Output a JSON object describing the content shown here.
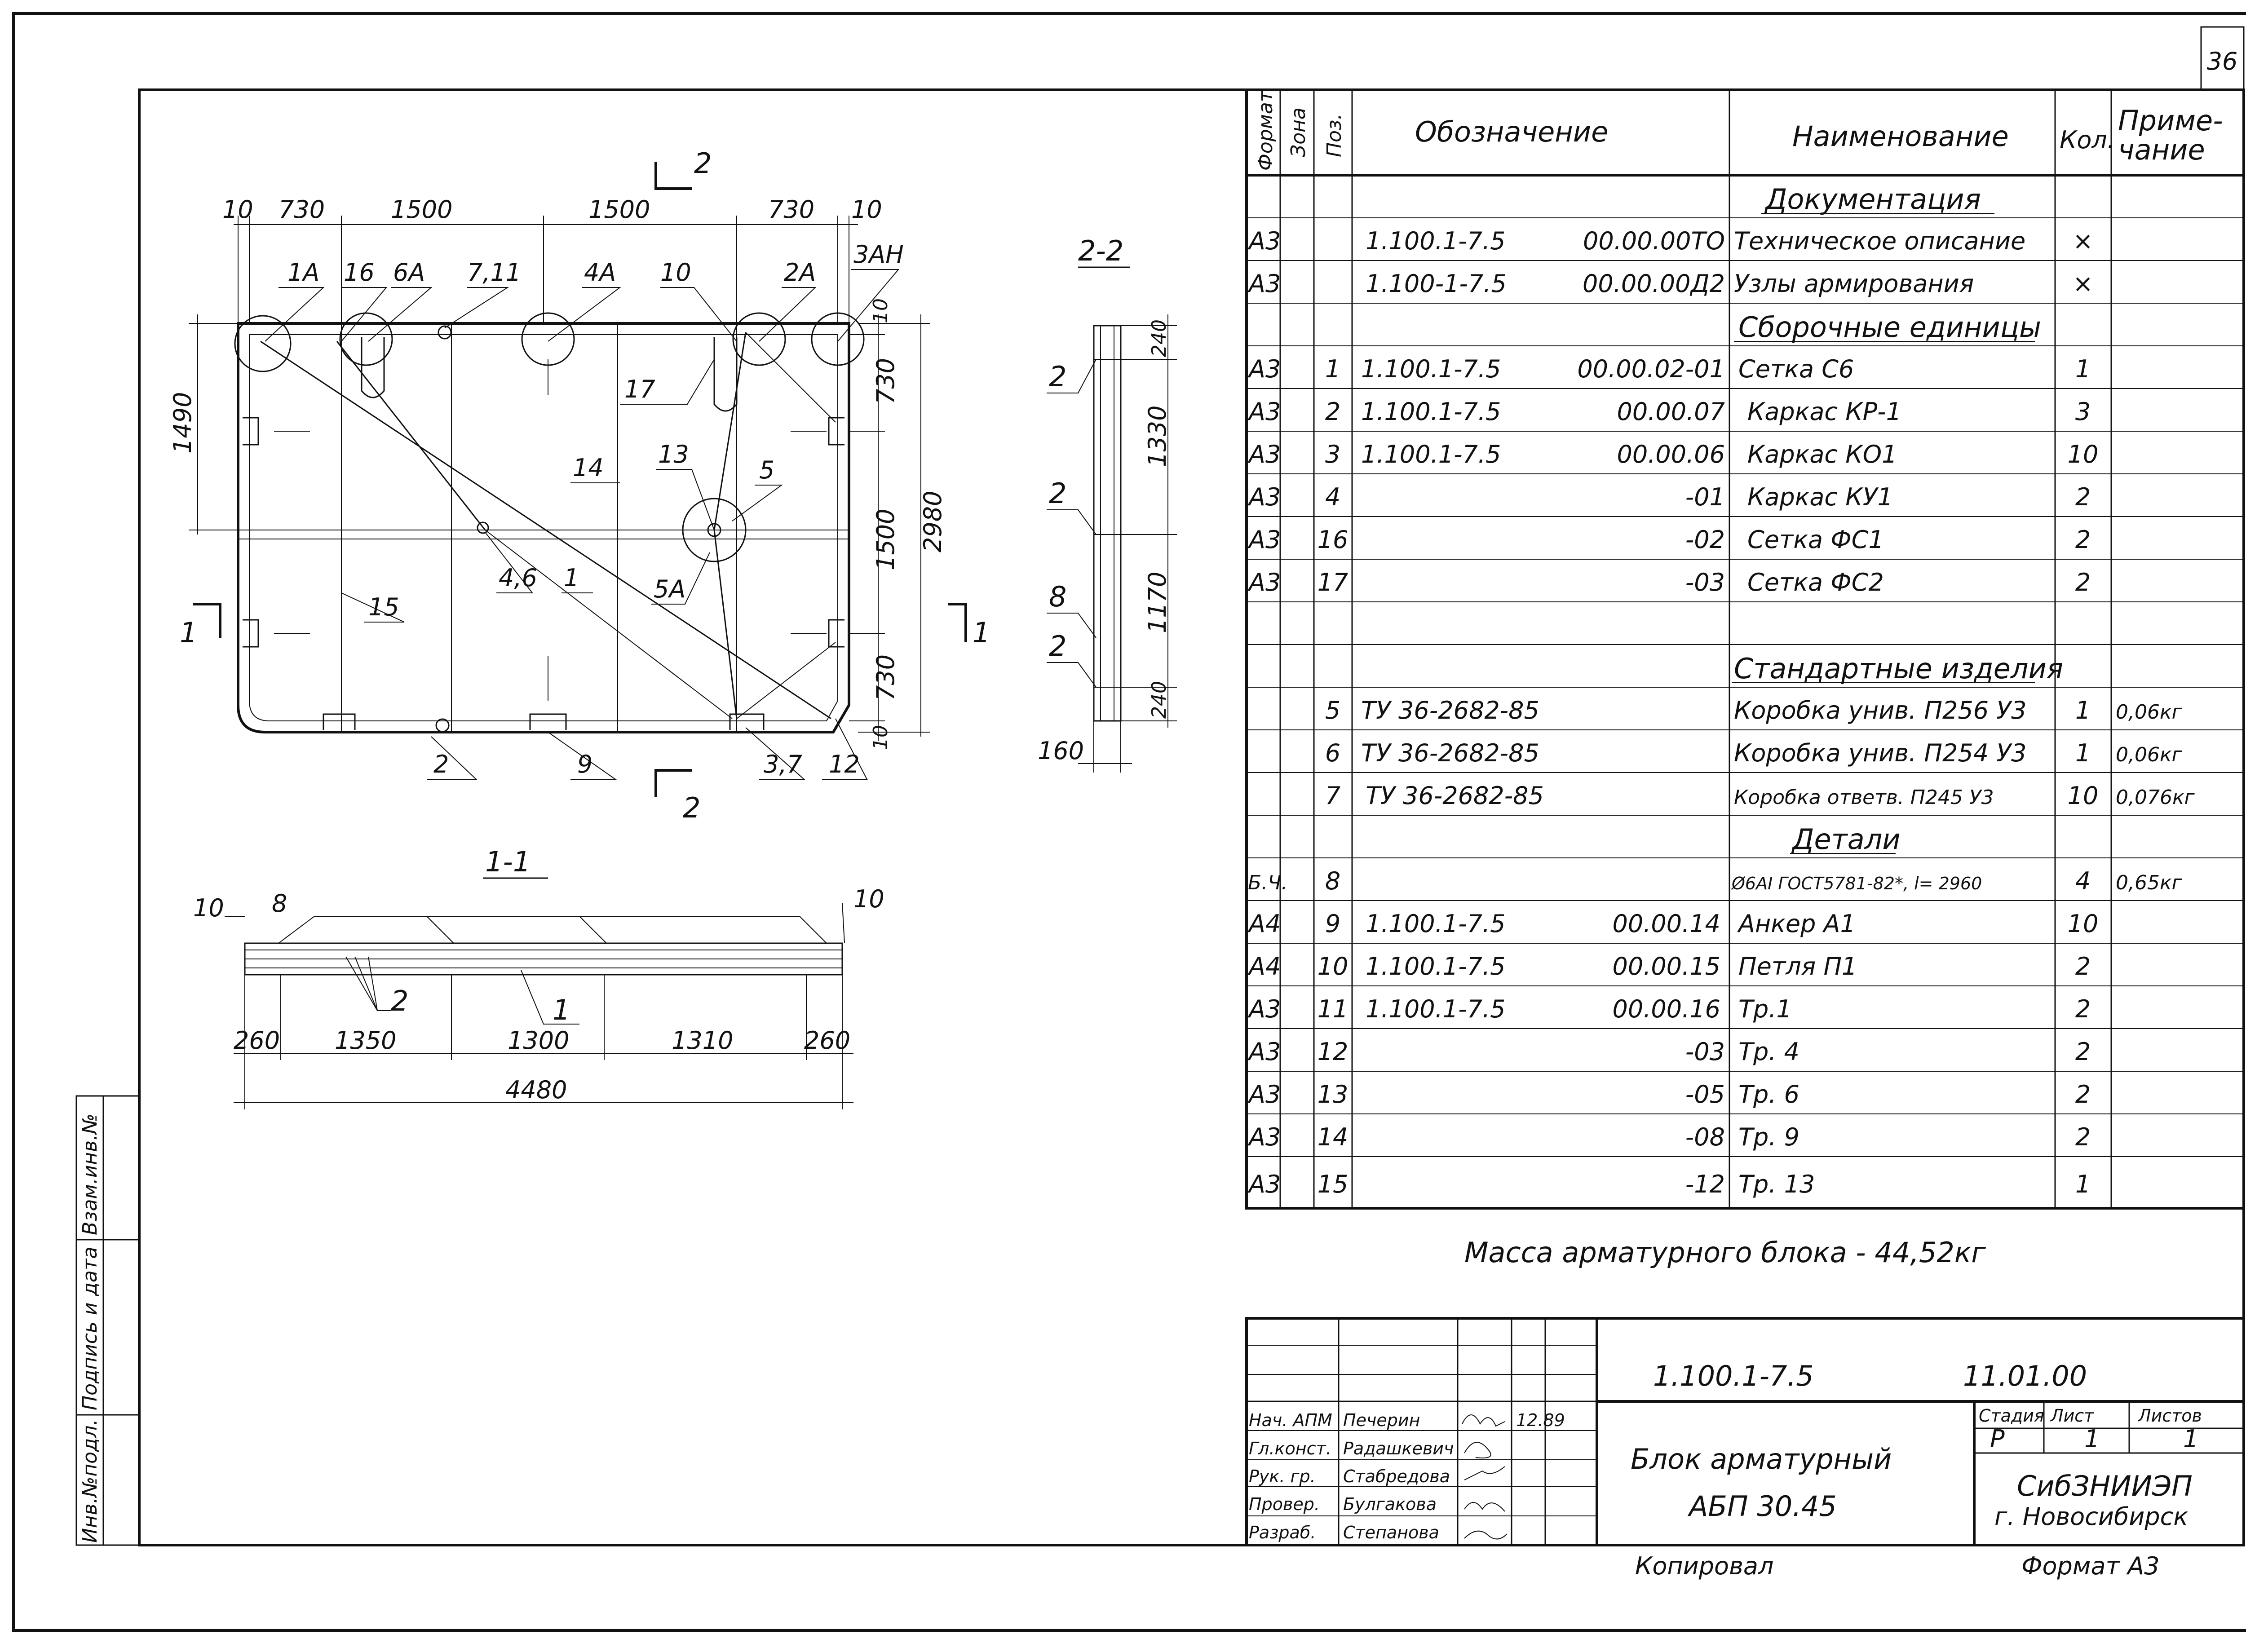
{
  "sheet_number": "36",
  "dims": {
    "top": [
      "10",
      "730",
      "1500",
      "1500",
      "730",
      "10"
    ],
    "right": [
      "10",
      "730",
      "1500",
      "730",
      "10"
    ],
    "overall_height": "2980",
    "left_height": "1490",
    "section22": [
      "240",
      "1330",
      "1170",
      "240"
    ],
    "section22_width": "160",
    "section11_top_left": "10",
    "section11_top_right": "10",
    "section11_bottom": [
      "260",
      "1350",
      "1300",
      "1310",
      "260"
    ],
    "section11_total": "4480"
  },
  "plan_labels": [
    "1А",
    "16",
    "6А",
    "7,11",
    "4А",
    "10",
    "2А",
    "3АН",
    "17",
    "13",
    "5",
    "14",
    "4,6",
    "1",
    "5А",
    "15",
    "2",
    "9",
    "3,7",
    "12"
  ],
  "section_marks": {
    "s2_top": "2",
    "s2_bottom": "2",
    "s1_left": "1",
    "s1_right": "1",
    "title_22": "2-2",
    "title_11": "1-1"
  },
  "section22_labels": [
    "2",
    "2",
    "8",
    "2"
  ],
  "section11_labels": [
    "8",
    "2",
    "1"
  ],
  "spec": {
    "headers": {
      "format": "Формат",
      "zone": "Зона",
      "pos": "Поз.",
      "designation": "Обозначение",
      "name": "Наименование",
      "qty": "Кол.",
      "note": "Приме-\nчание"
    },
    "sections": {
      "documentation": "Документация",
      "assembly": "Сборочные единицы",
      "standard": "Стандартные изделия",
      "details": "Детали"
    },
    "rows": [
      {
        "format": "А3",
        "pos": "",
        "code": "1.100.1-7.5",
        "suffix": "00.00.00ТО",
        "name": "Техническое описание",
        "qty": "×",
        "note": ""
      },
      {
        "format": "А3",
        "pos": "",
        "code": "1.100-1-7.5",
        "suffix": "00.00.00Д2",
        "name": "Узлы армирования",
        "qty": "×",
        "note": ""
      },
      {
        "format": "А3",
        "pos": "1",
        "code": "1.100.1-7.5",
        "suffix": "00.00.02-01",
        "name": "Сетка С6",
        "qty": "1",
        "note": ""
      },
      {
        "format": "А3",
        "pos": "2",
        "code": "1.100.1-7.5",
        "suffix": "00.00.07",
        "name": "Каркас КР-1",
        "qty": "3",
        "note": ""
      },
      {
        "format": "А3",
        "pos": "3",
        "code": "1.100.1-7.5",
        "suffix": "00.00.06",
        "name": "Каркас КО1",
        "qty": "10",
        "note": ""
      },
      {
        "format": "А3",
        "pos": "4",
        "code": "",
        "suffix": "-01",
        "name": "Каркас КУ1",
        "qty": "2",
        "note": ""
      },
      {
        "format": "А3",
        "pos": "16",
        "code": "",
        "suffix": "-02",
        "name": "Сетка ФС1",
        "qty": "2",
        "note": ""
      },
      {
        "format": "А3",
        "pos": "17",
        "code": "",
        "suffix": "-03",
        "name": "Сетка ФС2",
        "qty": "2",
        "note": ""
      },
      {
        "format": "",
        "pos": "5",
        "code": "ТУ 36-2682-85",
        "suffix": "",
        "name": "Коробка унив. П256 У3",
        "qty": "1",
        "note": "0,06кг"
      },
      {
        "format": "",
        "pos": "6",
        "code": "ТУ 36-2682-85",
        "suffix": "",
        "name": "Коробка унив. П254 У3",
        "qty": "1",
        "note": "0,06кг"
      },
      {
        "format": "",
        "pos": "7",
        "code": "ТУ 36-2682-85",
        "suffix": "",
        "name": "Коробка ответв. П245 У3",
        "qty": "10",
        "note": "0,076кг"
      },
      {
        "format": "Б.Ч.",
        "pos": "8",
        "code": "",
        "suffix": "",
        "name": "Ø6АI ГОСТ5781-82*, l= 2960",
        "qty": "4",
        "note": "0,65кг"
      },
      {
        "format": "А4",
        "pos": "9",
        "code": "1.100.1-7.5",
        "suffix": "00.00.14",
        "name": "Анкер А1",
        "qty": "10",
        "note": ""
      },
      {
        "format": "А4",
        "pos": "10",
        "code": "1.100.1-7.5",
        "suffix": "00.00.15",
        "name": "Петля П1",
        "qty": "2",
        "note": ""
      },
      {
        "format": "А3",
        "pos": "11",
        "code": "1.100.1-7.5",
        "suffix": "00.00.16",
        "name": "Тр.1",
        "qty": "2",
        "note": ""
      },
      {
        "format": "А3",
        "pos": "12",
        "code": "",
        "suffix": "-03",
        "name": "Тр. 4",
        "qty": "2",
        "note": ""
      },
      {
        "format": "А3",
        "pos": "13",
        "code": "",
        "suffix": "-05",
        "name": "Тр. 6",
        "qty": "2",
        "note": ""
      },
      {
        "format": "А3",
        "pos": "14",
        "code": "",
        "suffix": "-08",
        "name": "Тр. 9",
        "qty": "2",
        "note": ""
      },
      {
        "format": "А3",
        "pos": "15",
        "code": "",
        "suffix": "-12",
        "name": "Тр. 13",
        "qty": "1",
        "note": ""
      }
    ]
  },
  "mass_note": "Масса арматурного блока - 44,52кг",
  "title_block": {
    "doc_code": "1.100.1-7.5",
    "doc_suffix": "11.01.00",
    "title_line1": "Блок арматурный",
    "title_line2": "АБП 30.45",
    "stage_label": "Стадия",
    "sheet_label": "Лист",
    "sheets_label": "Листов",
    "stage_value": "Р",
    "sheet_value": "1",
    "sheets_value": "1",
    "org_line1": "СибЗНИИЭП",
    "org_line2": "г. Новосибирск",
    "date": "12.89",
    "people": [
      {
        "role": "Нач. АПМ",
        "name": "Печерин"
      },
      {
        "role": "Гл.конст.",
        "name": "Радашкевич"
      },
      {
        "role": "Рук. гр.",
        "name": "Стабредова"
      },
      {
        "role": "Провер.",
        "name": "Булгакова"
      },
      {
        "role": "Разраб.",
        "name": "Степанова"
      }
    ],
    "copied": "Копировал",
    "format": "Формат А3"
  },
  "left_strip": {
    "inv_orig": "Инв.№подл.",
    "sign_date": "Подпись и дата",
    "replace_inv": "Взам.инв.№"
  }
}
